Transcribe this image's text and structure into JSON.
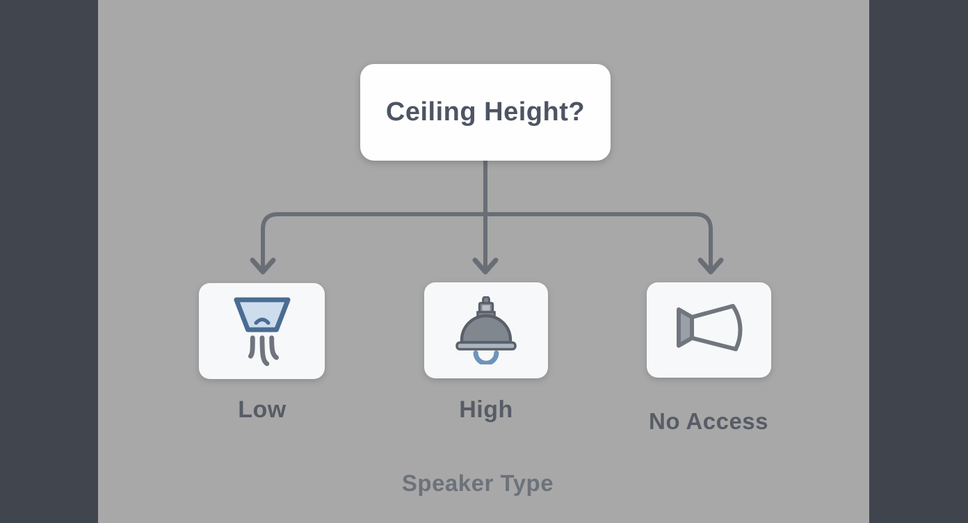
{
  "diagram": {
    "title": "Ceiling Height?",
    "branches": [
      {
        "label": "Low",
        "icon": "ceiling-speaker-icon"
      },
      {
        "label": "High",
        "icon": "pendant-speaker-icon"
      },
      {
        "label": "No Access",
        "icon": "horn-speaker-icon"
      }
    ],
    "caption": "Speaker Type"
  },
  "colors": {
    "background": "#a8a8a8",
    "side_panel": "#41454e",
    "node_background": "#fefefe",
    "card_background": "#f7f8f9",
    "connector": "#696e76",
    "title_text": "#4d5463",
    "label_text": "#575c66",
    "caption_text": "#6d727a",
    "icon_blue_fill": "#cddded",
    "icon_blue_stroke": "#4a6c93",
    "icon_gray": "#70757e",
    "icon_dome_fill": "#81878f",
    "icon_base_fill": "#a9b5c0",
    "icon_arc_blue": "#6d94b9"
  }
}
